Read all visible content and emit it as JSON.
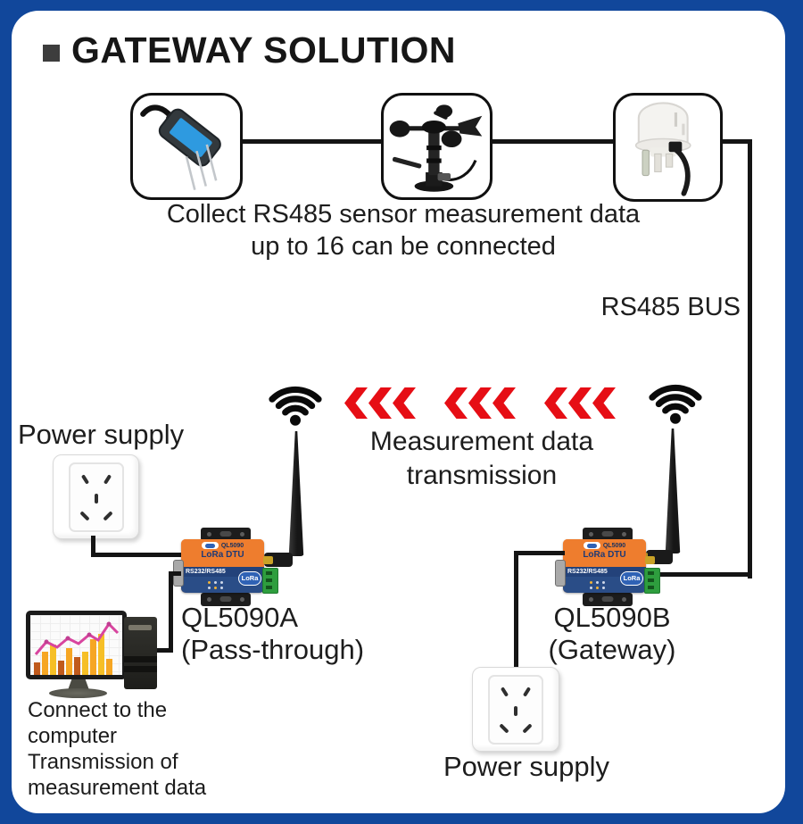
{
  "title": {
    "text": "GATEWAY SOLUTION"
  },
  "sensor_section": {
    "caption_line1": "Collect RS485 sensor measurement data",
    "caption_line2": "up to 16 can be connected",
    "bus_label": "RS485 BUS",
    "sensors": [
      "soil-moisture-sensor",
      "wind-speed-sensor",
      "light-sensor"
    ]
  },
  "transmission": {
    "line1": "Measurement data",
    "line2": "transmission"
  },
  "left_branch": {
    "power_label": "Power supply",
    "device_name": "QL5090A",
    "device_mode": "(Pass-through)",
    "computer_caption_lines": [
      "Connect to the",
      "computer",
      "Transmission of",
      "measurement data"
    ]
  },
  "right_branch": {
    "power_label": "Power supply",
    "device_name": "QL5090B",
    "device_mode": "(Gateway)"
  },
  "device_artwork": {
    "model": "QL5090",
    "product": "LoRa DTU",
    "interface": "RS232/RS485",
    "badge": "LoRa"
  },
  "colors": {
    "frame_blue": "#11479b",
    "arrow_red": "#e60e15",
    "device_orange": "#ee7d2e",
    "device_blue": "#2a4d87",
    "terminal_green": "#2e9e3e",
    "line_black": "#141414"
  },
  "monitor_chart": {
    "bars": [
      {
        "h": 14,
        "c": "#c05a1c"
      },
      {
        "h": 26,
        "c": "#f6a623"
      },
      {
        "h": 34,
        "c": "#f6bf26"
      },
      {
        "h": 16,
        "c": "#c05a1c"
      },
      {
        "h": 30,
        "c": "#f6a623"
      },
      {
        "h": 20,
        "c": "#c05a1c"
      },
      {
        "h": 26,
        "c": "#f6bf26"
      },
      {
        "h": 40,
        "c": "#f6a623"
      },
      {
        "h": 46,
        "c": "#f6bf26"
      },
      {
        "h": 18,
        "c": "#f6a623"
      }
    ]
  }
}
